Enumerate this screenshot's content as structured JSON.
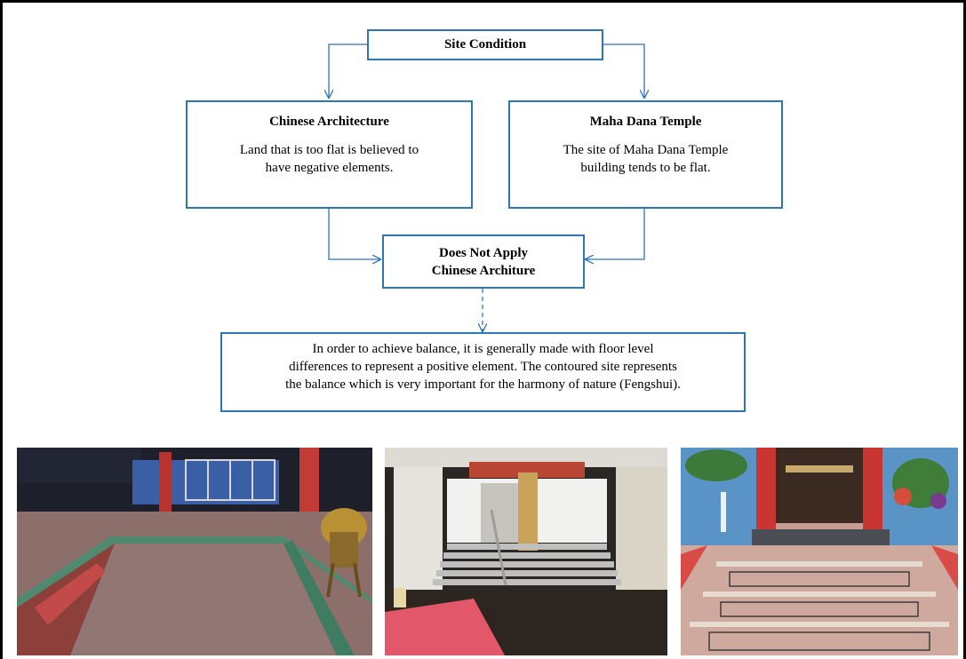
{
  "diagram": {
    "site_condition": "Site Condition",
    "chinese_architecture": {
      "title": "Chinese Architecture",
      "text_line1": "Land that is too flat is believed to",
      "text_line2": "have negative elements."
    },
    "maha_dana_temple": {
      "title": "Maha Dana Temple",
      "text_line1": "The site of Maha Dana Temple",
      "text_line2": "building tends to be flat."
    },
    "does_not_apply": {
      "line1": "Does Not Apply",
      "line2": "Chinese Architure"
    },
    "conclusion": {
      "line1": "In order to achieve balance, it is generally made with floor level",
      "line2": "differences to represent a positive element. The contoured site represents",
      "line3": "the balance which is very important for the harmony of nature (Fengshui)."
    },
    "box_color": "#2e75b6",
    "arrow_color": "#2e75b6"
  },
  "photos": [
    {
      "name": "temple-courtyard-sunken-floor-photo"
    },
    {
      "name": "temple-interior-stairs-photo"
    },
    {
      "name": "temple-entrance-steps-photo"
    }
  ]
}
